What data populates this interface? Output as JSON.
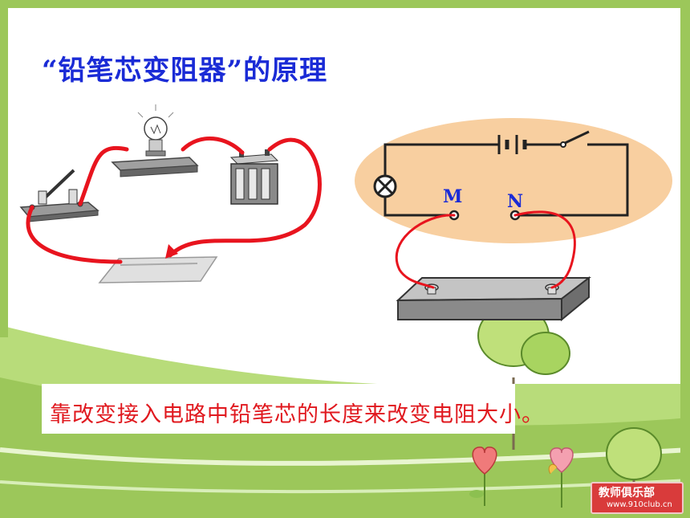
{
  "title": "“铅笔芯变阻器”的原理",
  "caption": "靠改变接入电路中铅笔芯的长度来改变电阻大小。",
  "circuit_labels": {
    "m": "M",
    "n": "N"
  },
  "logo": {
    "text": "教师俱乐部",
    "url": "www.910club.cn"
  },
  "colors": {
    "title": "#1a2bd6",
    "caption": "#e0181e",
    "wire": "#e8141e",
    "ellipse": "#f8cfa0",
    "grass": "#9cc75a"
  },
  "icons": [
    "lamp-icon",
    "switch-icon",
    "battery-icon",
    "pencil-lead-icon",
    "tree-icon",
    "heart-flower-icon"
  ]
}
